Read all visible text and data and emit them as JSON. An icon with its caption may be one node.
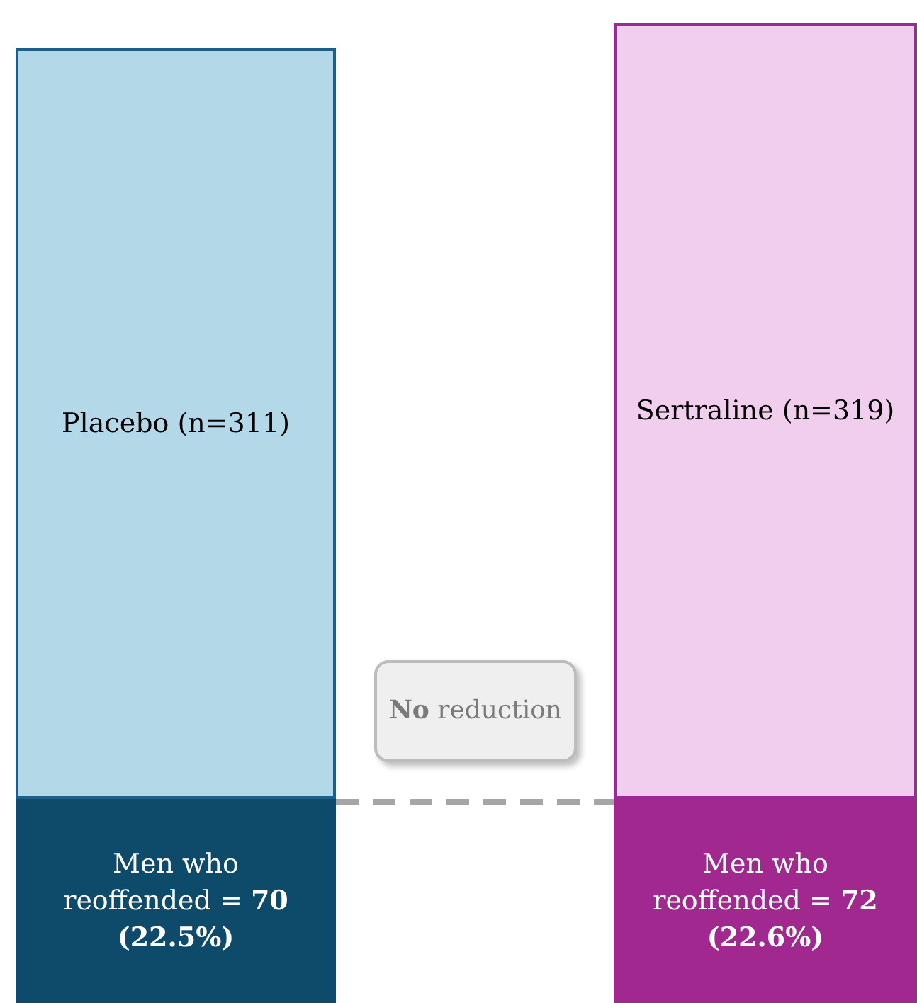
{
  "diagram": {
    "nodes": [
      {
        "text": [
          "Placebo (n=311)"
        ]
      },
      {
        "text": [
          "Men who reoffended = **70** **(22.5%)**"
        ]
      },
      {
        "text": [
          "Sertraline (n=319)"
        ]
      },
      {
        "text": [
          "Men who reoffended = **72** **(22.6%)**"
        ]
      },
      {
        "text": [
          "**No** reduction"
        ]
      }
    ],
    "edges": [
      {
        "from": 1,
        "to": 3,
        "arrow": "none",
        "style": "dashed",
        "color": "#a6a6a6"
      }
    ]
  }
}
